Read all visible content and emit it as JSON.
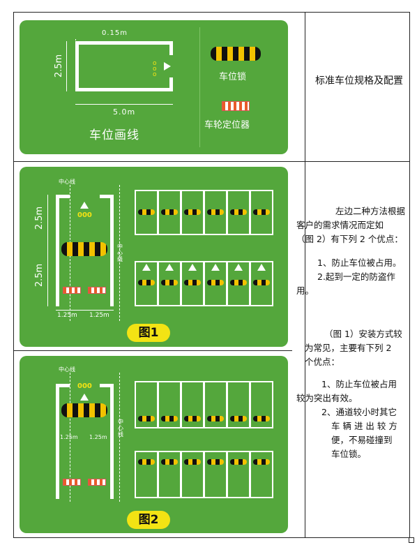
{
  "section1": {
    "width_label": "0.15m",
    "height_label": "2.5m",
    "length_label": "5.0m",
    "title": "车位画线",
    "lock_label": "车位锁",
    "stopper_label": "车轮定位器",
    "right_text": "标准车位规格及配置"
  },
  "section2": {
    "centerline": "中心线",
    "centerline_side": "中心线",
    "upper_label": "2.5m",
    "lower_label": "2.5m",
    "bottom_left": "1.25m",
    "bottom_right": "1.25m",
    "badge": "图1",
    "mark": "000"
  },
  "section3": {
    "centerline": "中心线",
    "centerline_side": "中心线",
    "left_w": "1.25m",
    "right_w": "1.25m",
    "badge": "图2",
    "mark": "000"
  },
  "right_col": {
    "p1_a": "左边二种方法根据",
    "p1_b": "客户的需求情况而定如",
    "p1_c": "（图 2）有下列 2 个优点：",
    "p2": "1、防止车位被占用。",
    "p3_a": "2.起到一定的防盗作",
    "p3_b": "用。",
    "p4_a": "（图 1）安装方式较",
    "p4_b": "为常见，主要有下列  2",
    "p4_c": "个优点：",
    "p5_a": "1、防止车位被占用",
    "p5_b": "较为突出有效。",
    "p6_a": "2、通道较小时其它",
    "p6_b": "车 辆 进 出 较 方",
    "p6_c": "便，不易碰撞到",
    "p6_d": "车位锁。"
  }
}
